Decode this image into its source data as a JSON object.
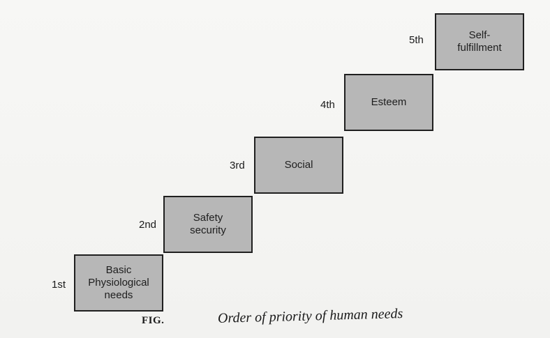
{
  "diagram": {
    "steps": [
      {
        "rank": "1st",
        "label": "Basic\nPhysiological\nneeds"
      },
      {
        "rank": "2nd",
        "label": "Safety\nsecurity"
      },
      {
        "rank": "3rd",
        "label": "Social"
      },
      {
        "rank": "4th",
        "label": "Esteem"
      },
      {
        "rank": "5th",
        "label": "Self-\nfulfillment"
      }
    ],
    "colors": {
      "box_fill": "#b7b7b7",
      "box_border": "#1f1f1f",
      "text": "#1e1e1e"
    }
  },
  "caption": {
    "prefix": "FIG.",
    "text": "Order of priority of human needs"
  }
}
